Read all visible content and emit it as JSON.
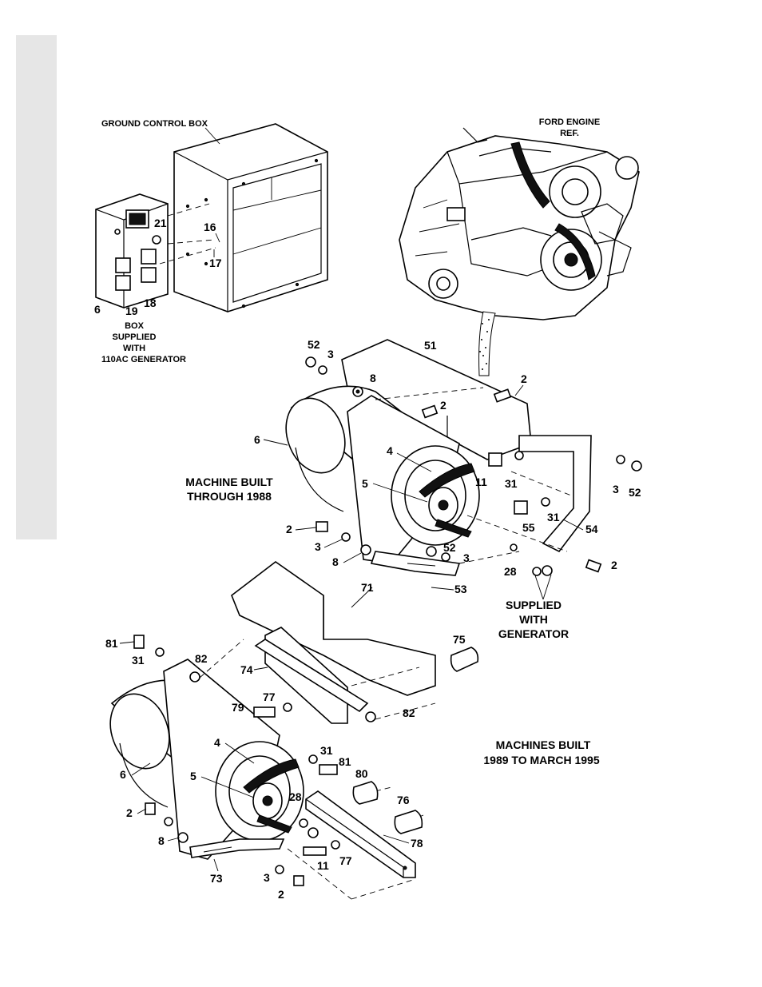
{
  "labels": {
    "ground_control_box": "GROUND CONTROL BOX",
    "ford_engine_ref_1": "FORD ENGINE",
    "ford_engine_ref_2": "REF.",
    "box_supplied_1": "BOX",
    "box_supplied_2": "SUPPLIED",
    "box_supplied_3": "WITH",
    "box_supplied_4": "110AC GENERATOR",
    "machine_built_1": "MACHINE BUILT",
    "machine_built_2": "THROUGH 1988",
    "supplied_with_1": "SUPPLIED",
    "supplied_with_2": "WITH",
    "supplied_with_3": "GENERATOR",
    "machines_built_1": "MACHINES BUILT",
    "machines_built_2": "1989 TO MARCH 1995"
  },
  "callouts": {
    "c21": "21",
    "c16": "16",
    "c17": "17",
    "c6a": "6",
    "c19": "19",
    "c18": "18",
    "c52a": "52",
    "c3a": "3",
    "c51": "51",
    "c8a": "8",
    "c2a": "2",
    "c2b": "2",
    "c6b": "6",
    "c4a": "4",
    "c5a": "5",
    "c11a": "11",
    "c31a": "31",
    "c3b": "3",
    "c52b": "52",
    "c55": "55",
    "c31b": "31",
    "c54": "54",
    "c2c": "2",
    "c3c": "3",
    "c8b": "8",
    "c52c": "52",
    "c3d": "3",
    "c28a": "28",
    "c2d": "2",
    "c53": "53",
    "c71": "71",
    "c81a": "81",
    "c31c": "31",
    "c82a": "82",
    "c74": "74",
    "c75": "75",
    "c77a": "77",
    "c79": "79",
    "c82b": "82",
    "c4b": "4",
    "c31d": "31",
    "c81b": "81",
    "c6c": "6",
    "c80": "80",
    "c5b": "5",
    "c28b": "28",
    "c76": "76",
    "c2e": "2",
    "c8c": "8",
    "c78": "78",
    "c11b": "11",
    "c77b": "77",
    "c73": "73",
    "c3e": "3",
    "c2f": "2"
  }
}
